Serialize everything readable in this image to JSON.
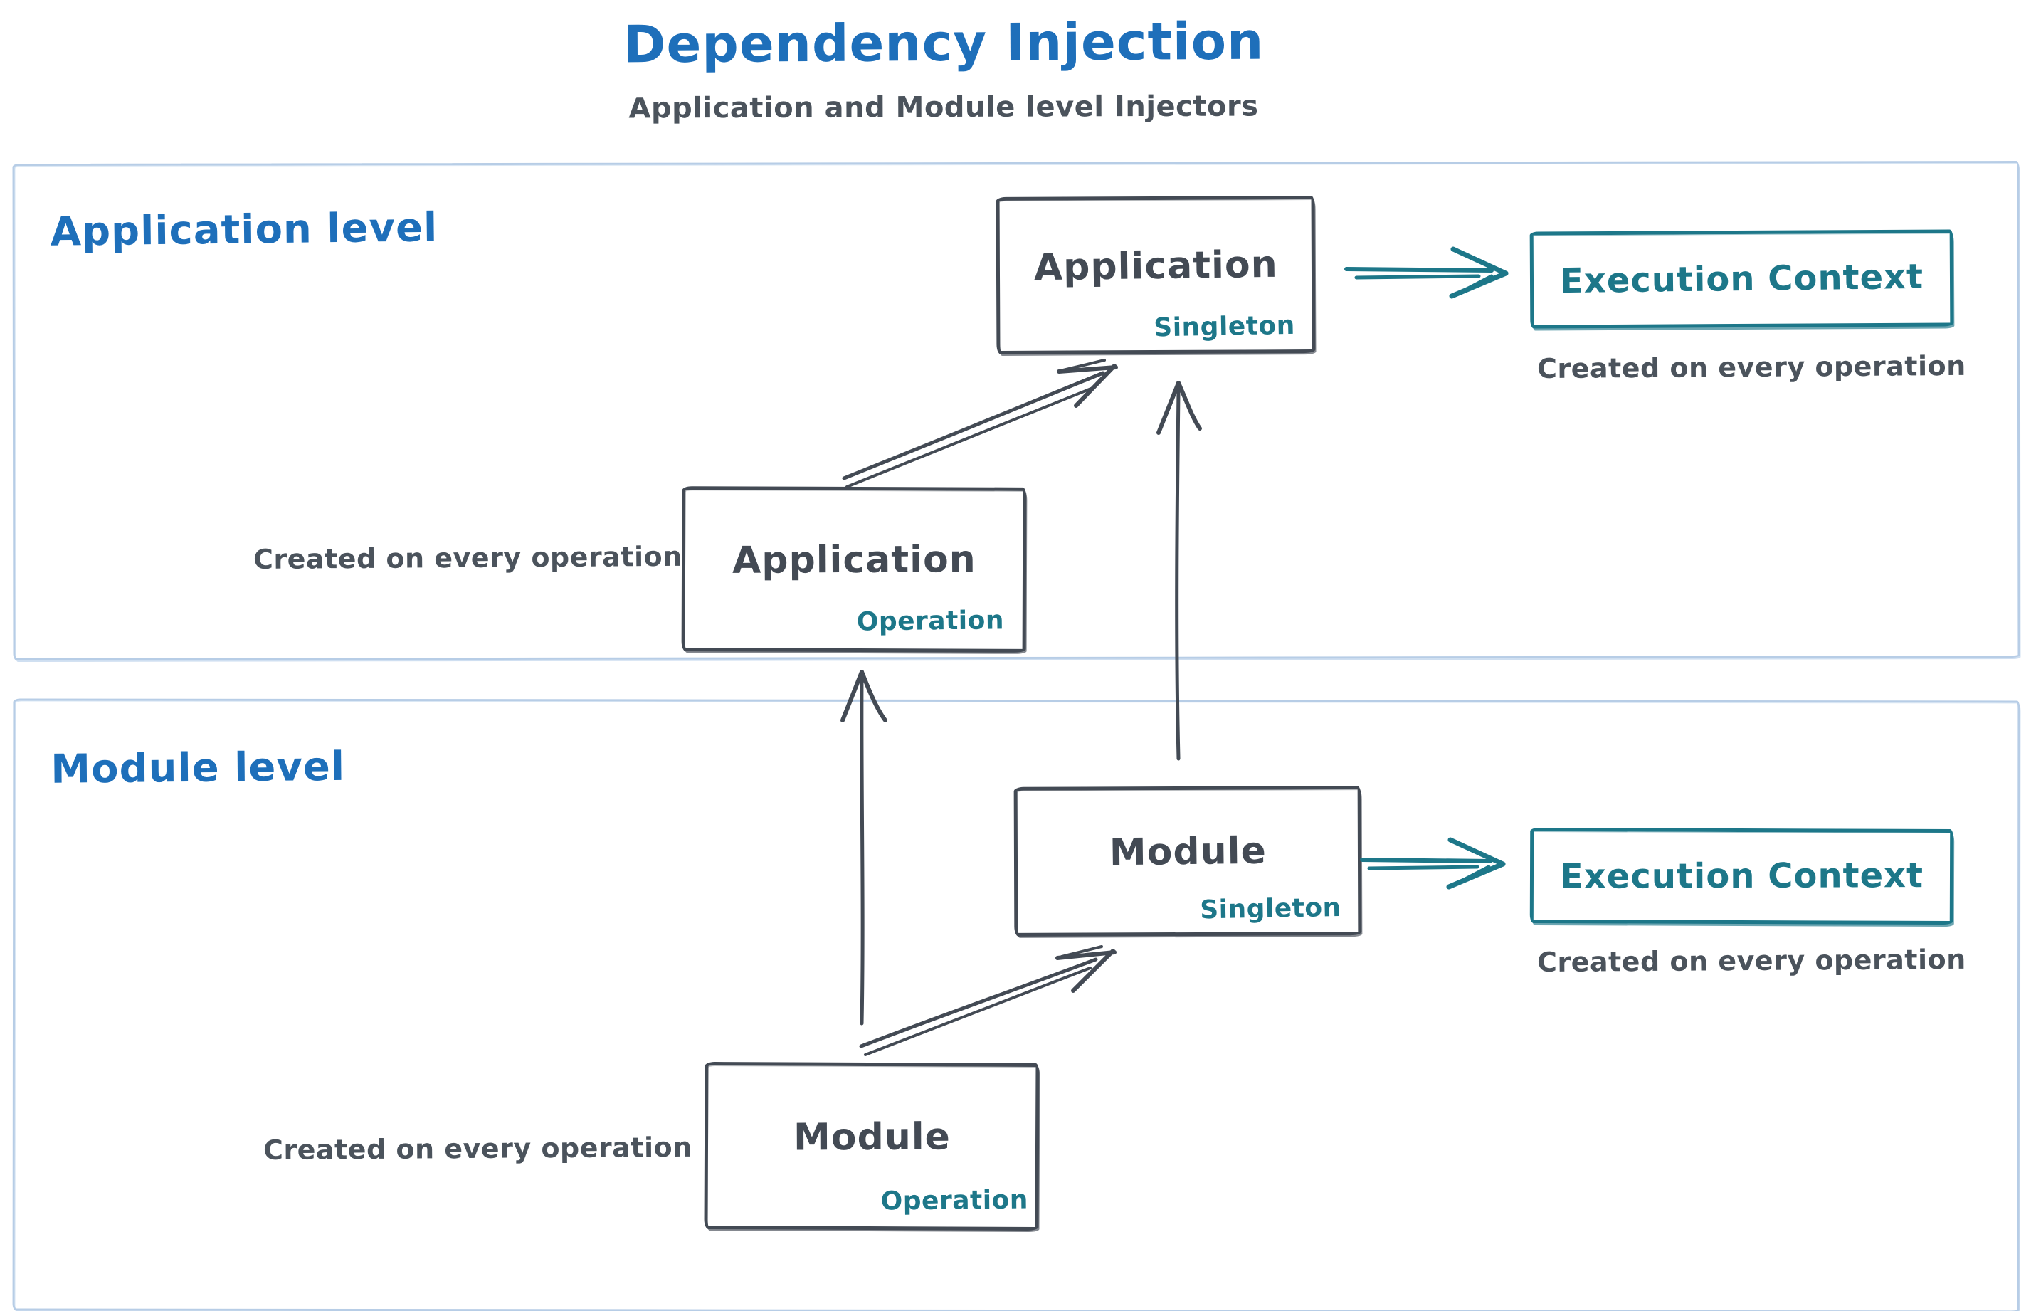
{
  "header": {
    "title": "Dependency Injection",
    "subtitle": "Application and Module level Injectors"
  },
  "colors": {
    "accent_blue": "#1e6fba",
    "accent_teal": "#1d7789",
    "ink_dark": "#434a54",
    "section_border": "#b7cde6",
    "background": "#ffffff"
  },
  "app_level": {
    "label": "Application level",
    "singleton_box": {
      "title": "Application",
      "tag": "Singleton"
    },
    "operation_box": {
      "title": "Application",
      "tag": "Operation"
    },
    "operation_note": "Created on every operation",
    "execution_context": {
      "title": "Execution Context",
      "note": "Created on every operation"
    }
  },
  "module_level": {
    "label": "Module level",
    "singleton_box": {
      "title": "Module",
      "tag": "Singleton"
    },
    "operation_box": {
      "title": "Module",
      "tag": "Operation"
    },
    "operation_note": "Created on every operation",
    "execution_context": {
      "title": "Execution Context",
      "note": "Created on every operation"
    }
  }
}
